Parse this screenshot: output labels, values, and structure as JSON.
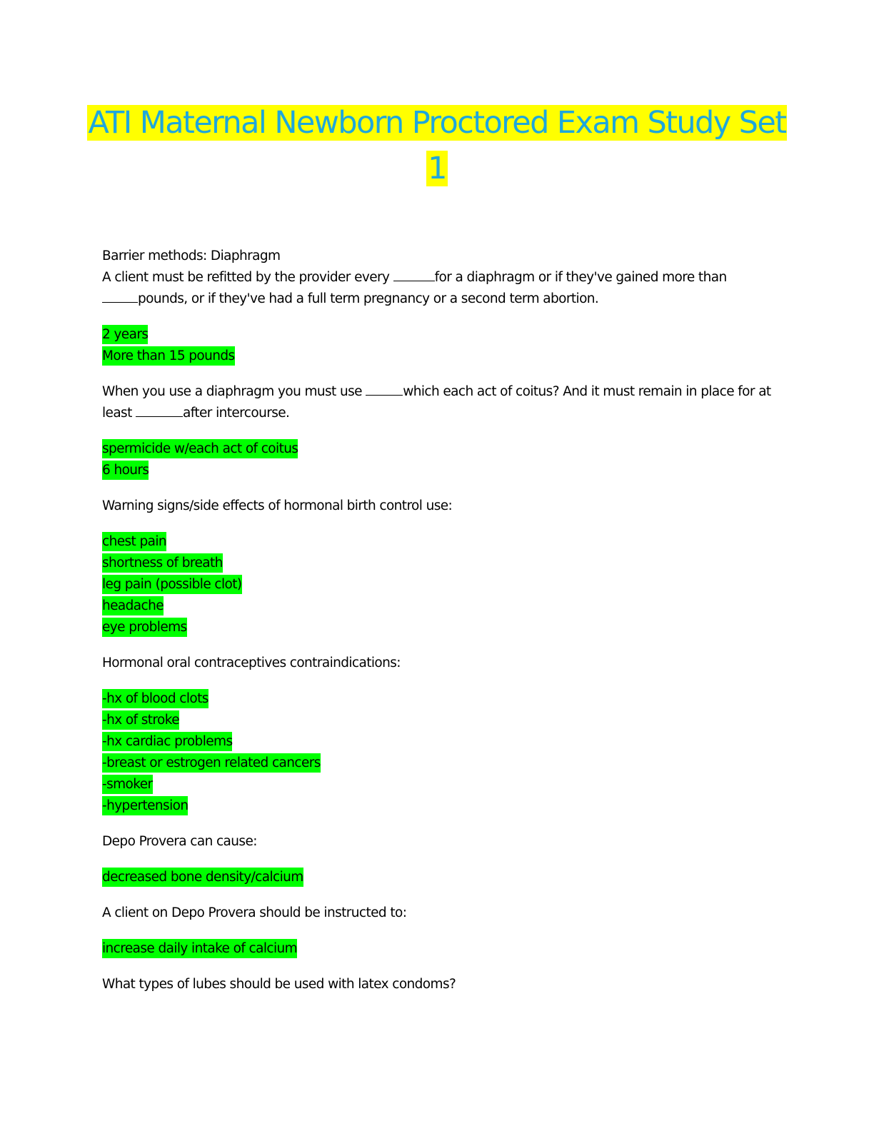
{
  "document": {
    "title": "ATI Maternal Newborn Proctored Exam Study Set 1",
    "sections": [
      {
        "heading": "Barrier methods: Diaphragm",
        "question_parts": [
          "A client must be refitted by the provider every ",
          "for a diaphragm or if they've gained more than ",
          "pounds, or if they've had a full term pregnancy or a second term abortion."
        ],
        "answers": [
          "2 years",
          "More than 15 pounds"
        ]
      },
      {
        "question_parts": [
          "When you use a diaphragm you must use ",
          "which each act of coitus? And it must remain in place for at least ",
          "after intercourse."
        ],
        "answers": [
          "spermicide w/each act of coitus",
          "6 hours"
        ]
      },
      {
        "question": "Warning signs/side effects of hormonal birth control use:",
        "answers": [
          "chest pain",
          "shortness of breath",
          "leg pain (possible clot)",
          "headache",
          "eye problems"
        ]
      },
      {
        "question": "Hormonal oral contraceptives contraindications:",
        "answers": [
          "-hx of blood clots",
          "-hx of stroke",
          "-hx cardiac problems",
          "-breast or estrogen related cancers",
          "-smoker",
          "-hypertension"
        ]
      },
      {
        "question": "Depo Provera can cause:",
        "answers": [
          "decreased bone density/calcium"
        ]
      },
      {
        "question": "A client on Depo Provera should be instructed to:",
        "answers": [
          "increase daily intake of calcium"
        ]
      },
      {
        "question": "What types of lubes should be used with latex condoms?"
      }
    ]
  },
  "colors": {
    "title_text": "#1ea7dc",
    "title_highlight": "#ffff00",
    "answer_highlight": "#00ff00"
  }
}
